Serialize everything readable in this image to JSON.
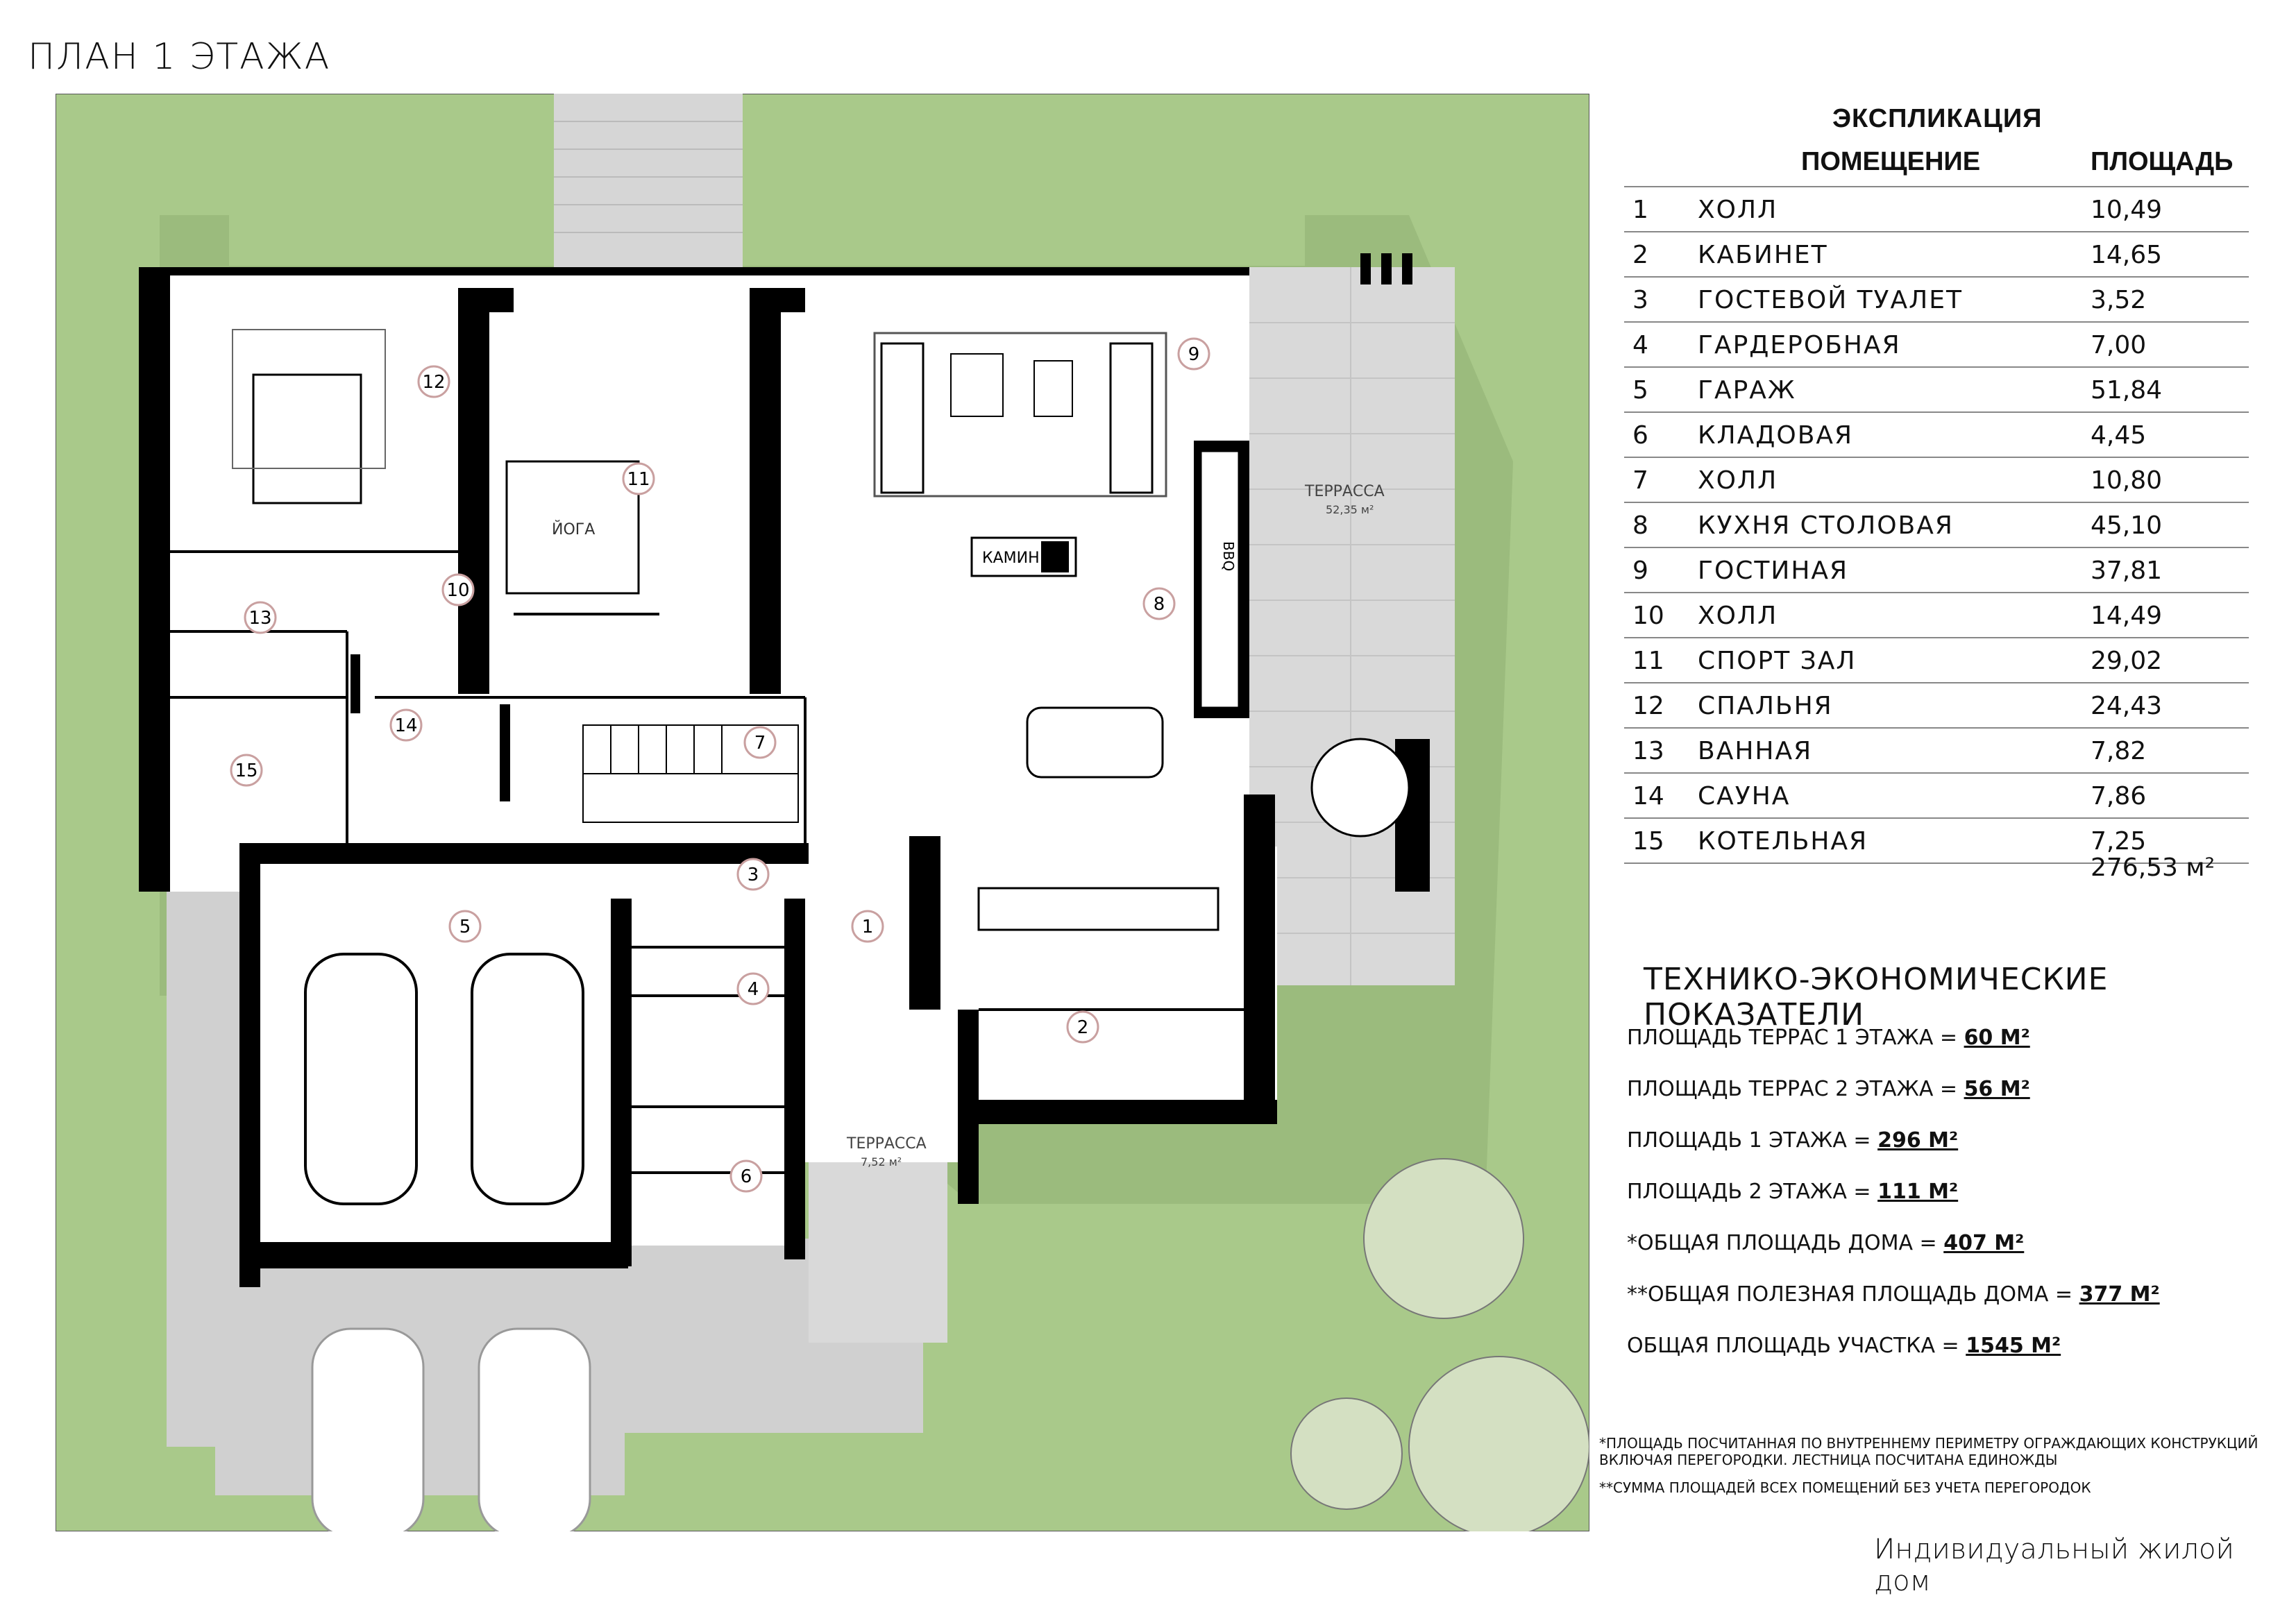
{
  "title": "ПЛАН 1 ЭТАЖА",
  "explication": {
    "title": "ЭКСПЛИКАЦИЯ",
    "col_room": "ПОМЕЩЕНИЕ",
    "col_area": "ПЛОЩАДЬ",
    "rows": [
      {
        "num": "1",
        "name": "ХОЛЛ",
        "area": "10,49"
      },
      {
        "num": "2",
        "name": "КАБИНЕТ",
        "area": "14,65"
      },
      {
        "num": "3",
        "name": "ГОСТЕВОЙ ТУАЛЕТ",
        "area": "3,52"
      },
      {
        "num": "4",
        "name": "ГАРДЕРОБНАЯ",
        "area": "7,00"
      },
      {
        "num": "5",
        "name": "ГАРАЖ",
        "area": "51,84"
      },
      {
        "num": "6",
        "name": "КЛАДОВАЯ",
        "area": "4,45"
      },
      {
        "num": "7",
        "name": "ХОЛЛ",
        "area": "10,80"
      },
      {
        "num": "8",
        "name": "КУХНЯ СТОЛОВАЯ",
        "area": "45,10"
      },
      {
        "num": "9",
        "name": "ГОСТИНАЯ",
        "area": "37,81"
      },
      {
        "num": "10",
        "name": "ХОЛЛ",
        "area": "14,49"
      },
      {
        "num": "11",
        "name": "СПОРТ ЗАЛ",
        "area": "29,02"
      },
      {
        "num": "12",
        "name": "СПАЛЬНЯ",
        "area": "24,43"
      },
      {
        "num": "13",
        "name": "ВАННАЯ",
        "area": "7,82"
      },
      {
        "num": "14",
        "name": "САУНА",
        "area": "7,86"
      },
      {
        "num": "15",
        "name": "КОТЕЛЬНАЯ",
        "area": "7,25"
      }
    ],
    "total": "276,53 м²"
  },
  "tep": {
    "title": "ТЕХНИКО-ЭКОНОМИЧЕСКИЕ ПОКАЗАТЕЛИ",
    "items": [
      {
        "label": "ПЛОЩАДЬ ТЕРРАС 1 ЭТАЖА = ",
        "value": "60 М²"
      },
      {
        "label": "ПЛОЩАДЬ ТЕРРАС 2 ЭТАЖА = ",
        "value": "56 М²"
      },
      {
        "label": "ПЛОЩАДЬ 1 ЭТАЖА = ",
        "value": "296 М²"
      },
      {
        "label": "ПЛОЩАДЬ 2 ЭТАЖА = ",
        "value": "111 М²"
      },
      {
        "label": "*ОБЩАЯ ПЛОЩАДЬ ДОМА = ",
        "value": "407 М²"
      },
      {
        "label": "**ОБЩАЯ ПОЛЕЗНАЯ ПЛОЩАДЬ ДОМА = ",
        "value": "377 М²"
      },
      {
        "label": "ОБЩАЯ ПЛОЩАДЬ УЧАСТКА = ",
        "value": "1545 М²"
      }
    ]
  },
  "notes": {
    "note1_line1": "*ПЛОЩАДЬ ПОСЧИТАННАЯ ПО ВНУТРЕННЕМУ ПЕРИМЕТРУ ОГРАЖДАЮЩИХ КОНСТРУКЦИЙ",
    "note1_line2": "ВКЛЮЧАЯ ПЕРЕГОРОДКИ. ЛЕСТНИЦА ПОСЧИТАНА ЕДИНОЖДЫ",
    "note2": "**СУММА ПЛОЩАДЕЙ ВСЕХ ПОМЕЩЕНИЙ БЕЗ УЧЕТА ПЕРЕГОРОДОК"
  },
  "footer": "Индивидуальный жилой дом",
  "plan_labels": {
    "terrace_main": "ТЕРРАССА",
    "terrace_main_area": "52,35 м²",
    "terrace_small": "ТЕРРАССА",
    "terrace_small_area": "7,52 м²",
    "yoga": "ЙОГА",
    "fireplace": "КАМИН",
    "bbq": "BBQ",
    "room_numbers": [
      "1",
      "2",
      "3",
      "4",
      "5",
      "6",
      "7",
      "8",
      "9",
      "10",
      "11",
      "12",
      "13",
      "14",
      "15"
    ]
  },
  "colors": {
    "lawn": "#a9c98a",
    "lawn_shadow": "#8fae72",
    "paving": "#d9d9d9",
    "wall": "#000000",
    "floor": "#ffffff"
  }
}
